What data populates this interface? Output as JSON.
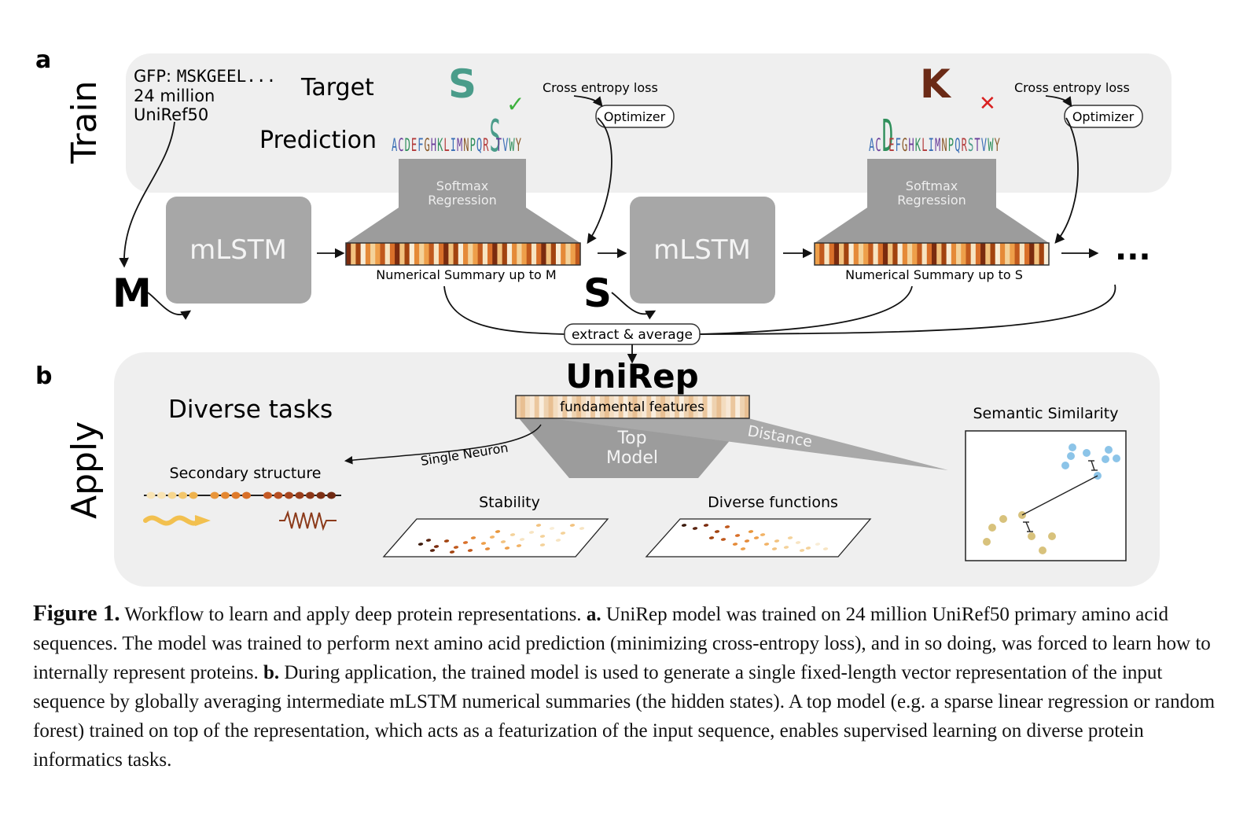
{
  "panel_a_letter": "a",
  "panel_b_letter": "b",
  "train_label": "Train",
  "apply_label": "Apply",
  "gfp_prefix": "GFP:",
  "gfp_seq": "MSKGEEL...",
  "gfp_line2": "24 million",
  "gfp_line3": "UniRef50",
  "target_label": "Target",
  "prediction_label": "Prediction",
  "target1": "S",
  "target2": "K",
  "correct_mark": "✓",
  "wrong_mark": "✕",
  "cross_entropy_1": "Cross entropy loss",
  "cross_entropy_2": "Cross entropy loss",
  "optimizer_1": "Optimizer",
  "optimizer_2": "Optimizer",
  "softmax_1": [
    "Softmax",
    "Regression"
  ],
  "softmax_2": [
    "Softmax",
    "Regression"
  ],
  "mlstm_1": "mLSTM",
  "mlstm_2": "mLSTM",
  "input_1": "M",
  "input_2": "S",
  "summary_1": "Numerical Summary up to M",
  "summary_2": "Numerical Summary up to S",
  "ellipsis": "...",
  "extract_label": "extract & average",
  "unirep_label": "UniRep",
  "fundamental_label": "fundamental features",
  "top_model": [
    "Top",
    "Model"
  ],
  "diverse_tasks": "Diverse tasks",
  "single_neuron": "Single Neuron",
  "distance_label": "Distance",
  "secondary_structure": "Secondary structure",
  "stability": "Stability",
  "diverse_functions": "Diverse functions",
  "semantic_similarity": "Semantic Similarity",
  "pred_logo_1": "ACDEFGHKLIMNPQRSTVWY",
  "pred_logo_2": "ACDEFGHKLIMNPQRSTVWY",
  "colors": {
    "panel_bg": "#efefef",
    "box_gray": "#a7a7a7",
    "funnel_gray": "#9c9c9c",
    "target_S": "#4a9c8a",
    "target_K": "#6b2a16",
    "check": "#3db03d",
    "cross": "#d92020",
    "blue_dots": "#8cc4e8",
    "tan_dots": "#d8c27c"
  },
  "caption": {
    "fig_label": "Figure 1.",
    "title": " Workflow to learn and apply deep protein representations. ",
    "a_label": "a.",
    "a_text": " UniRep model was trained on 24 million UniRef50 primary amino acid sequences. The model was trained to perform next amino acid prediction (minimizing cross-entropy loss), and in so doing, was forced to learn how to internally represent proteins.  ",
    "b_label": "b.",
    "b_text": "  During application, the trained model is used to generate a single fixed-length vector representation of the input sequence by globally averaging intermediate mLSTM numerical summaries (the hidden states). A top model (e.g. a sparse linear regression or random forest) trained on top of the representation, which acts as a featurization of the input sequence, enables supervised learning on diverse protein informatics tasks."
  }
}
